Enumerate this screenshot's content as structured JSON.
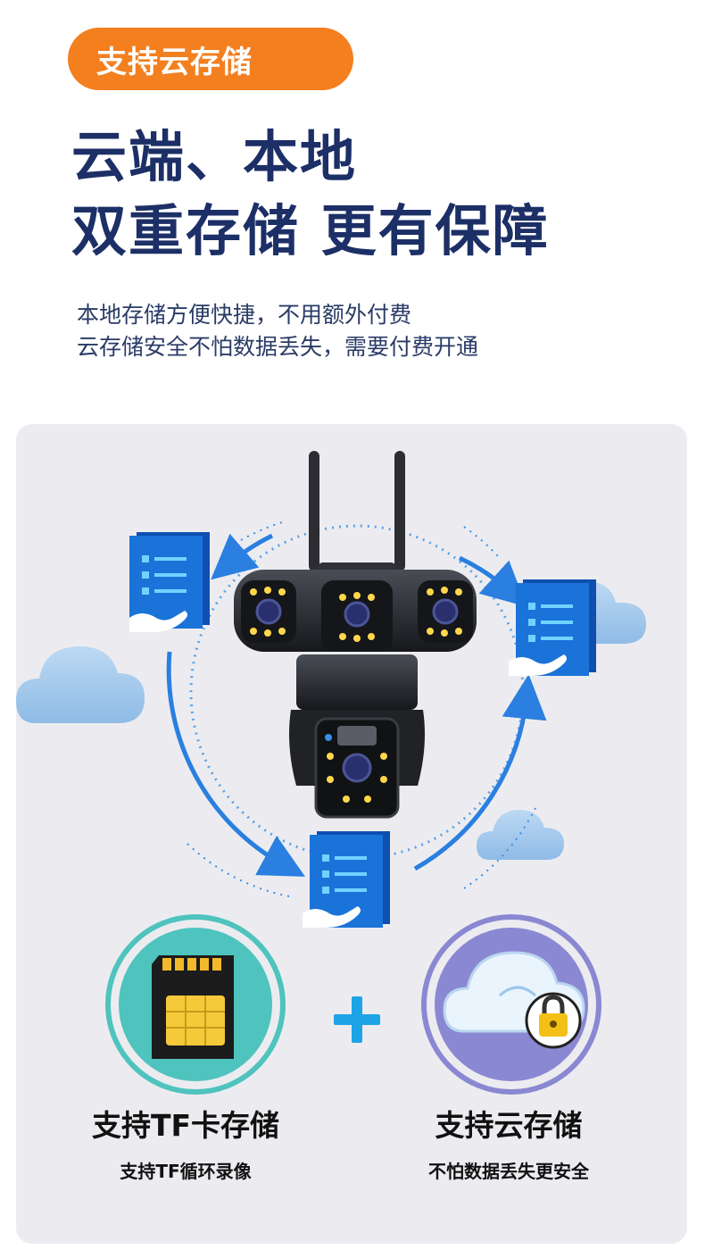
{
  "header": {
    "badge_label": "支持云存储",
    "headline_line1": "云端、本地",
    "headline_line2": "双重存储 更有保障",
    "desc_line1": "本地存储方便快捷，不用额外付费",
    "desc_line2": "云存储安全不怕数据丢失，需要付费开通"
  },
  "features": [
    {
      "title": "支持TF卡存储",
      "subtitle": "支持TF循环录像",
      "icon": "sd-card-icon"
    },
    {
      "title": "支持云存储",
      "subtitle": "不怕数据丢失更安全",
      "icon": "cloud-lock-icon"
    }
  ],
  "colors": {
    "accent_orange": "#f37f1f",
    "headline_navy": "#1c2f66",
    "document_blue": "#1a73d8",
    "cloud_blue": "#a9ccee",
    "tf_circle_teal": "#4fc3bd",
    "cloud_circle_purple": "#8a88d2",
    "plus_blue": "#1ea4e6"
  }
}
